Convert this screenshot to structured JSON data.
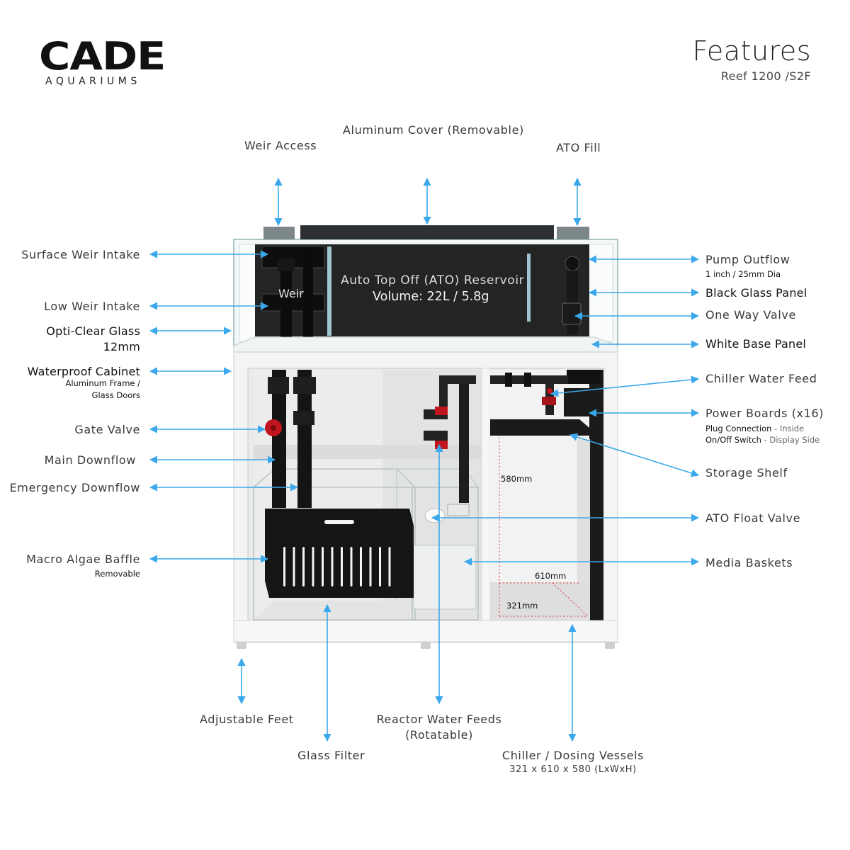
{
  "brand": {
    "logo_text": "CADE",
    "logo_sub": "AQUARIUMS"
  },
  "header": {
    "title": "Features",
    "subtitle": "Reef 1200 /S2F"
  },
  "reservoir": {
    "title": "Auto Top Off (ATO) Reservoir",
    "volume": "Volume: 22L / 5.8g",
    "weir_label": "Weir"
  },
  "top_labels": {
    "weir_access": "Weir Access",
    "aluminum_cover": "Aluminum Cover (Removable)",
    "ato_fill": "ATO Fill"
  },
  "left_labels": {
    "surface_weir": "Surface Weir Intake",
    "low_weir": "Low Weir Intake",
    "opti_clear": "Opti-Clear Glass",
    "opti_clear_sub": "12mm",
    "cabinet": "Waterproof Cabinet",
    "cabinet_sub1": "Aluminum Frame /",
    "cabinet_sub2": "Glass Doors",
    "gate_valve": "Gate Valve",
    "main_downflow": "Main Downflow",
    "emergency_downflow": "Emergency Downflow",
    "macro_baffle": "Macro Algae Baffle",
    "macro_baffle_sub": "Removable"
  },
  "right_labels": {
    "pump_outflow": "Pump Outflow",
    "pump_outflow_sub": "1 inch / 25mm Dia",
    "black_glass": "Black Glass Panel",
    "one_way_valve": "One Way Valve",
    "white_base": "White Base Panel",
    "chiller_feed": "Chiller Water Feed",
    "power_boards": "Power Boards (x16)",
    "plug_connection": "Plug Connection",
    "plug_connection_note": " - Inside",
    "onoff_switch": "On/Off Switch",
    "onoff_switch_note": " - Display Side",
    "storage_shelf": "Storage Shelf",
    "ato_float": "ATO Float Valve",
    "media_baskets": "Media Baskets"
  },
  "bottom_labels": {
    "adjustable_feet": "Adjustable Feet",
    "glass_filter": "Glass Filter",
    "reactor_feeds": "Reactor Water Feeds",
    "reactor_feeds_sub": "(Rotatable)",
    "chiller_vessels": "Chiller / Dosing Vessels",
    "chiller_vessels_sub": "321 x 610 x 580 (LxWxH)"
  },
  "dimensions": {
    "height": "580mm",
    "width": "610mm",
    "length": "321mm"
  },
  "colors": {
    "arrow": "#3aa8ea",
    "cabinet_frame": "#f2f2f2",
    "dark_panel": "#262626",
    "valve_red": "#c0151c"
  }
}
